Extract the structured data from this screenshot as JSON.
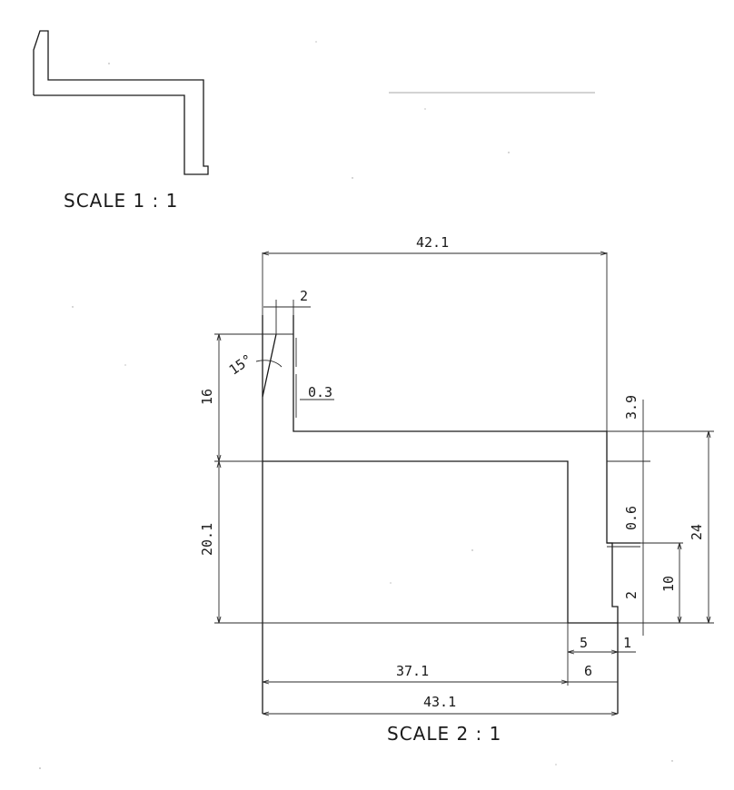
{
  "labels": {
    "scale_small": "SCALE 1 : 1",
    "scale_large": "SCALE 2 : 1"
  },
  "dimensions": {
    "top_width": "42.1",
    "lip_width": "2",
    "angle": "15°",
    "offset": "0.3",
    "left_upper_height": "16",
    "left_lower_height": "20.1",
    "right_upper_gap": "3.9",
    "right_mid_gap": "0.6",
    "right_small_height": "2",
    "right_height_10": "10",
    "right_total_24": "24",
    "bottom_5": "5",
    "bottom_1": "1",
    "bottom_6": "6",
    "bottom_37": "37.1",
    "bottom_total": "43.1"
  },
  "colors": {
    "line": "#1a1a1a",
    "paper": "#ffffff"
  }
}
